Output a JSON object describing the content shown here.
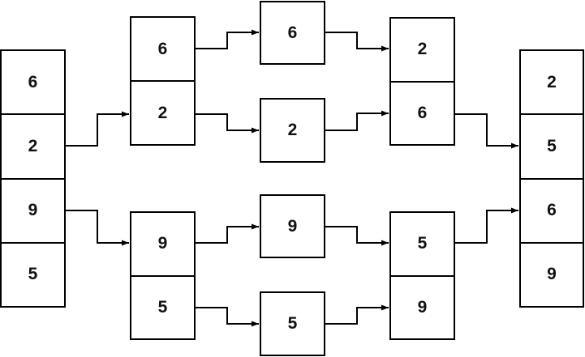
{
  "colors": {
    "line": "#000000",
    "text": "#111111",
    "background": "#ffffff"
  },
  "merge_sort": {
    "input": [
      "6",
      "2",
      "9",
      "5"
    ],
    "split_pairs": [
      [
        "6",
        "2"
      ],
      [
        "9",
        "5"
      ]
    ],
    "singles": [
      "6",
      "2",
      "9",
      "5"
    ],
    "merged_pairs": [
      [
        "2",
        "6"
      ],
      [
        "5",
        "9"
      ]
    ],
    "output": [
      "2",
      "5",
      "6",
      "9"
    ]
  }
}
